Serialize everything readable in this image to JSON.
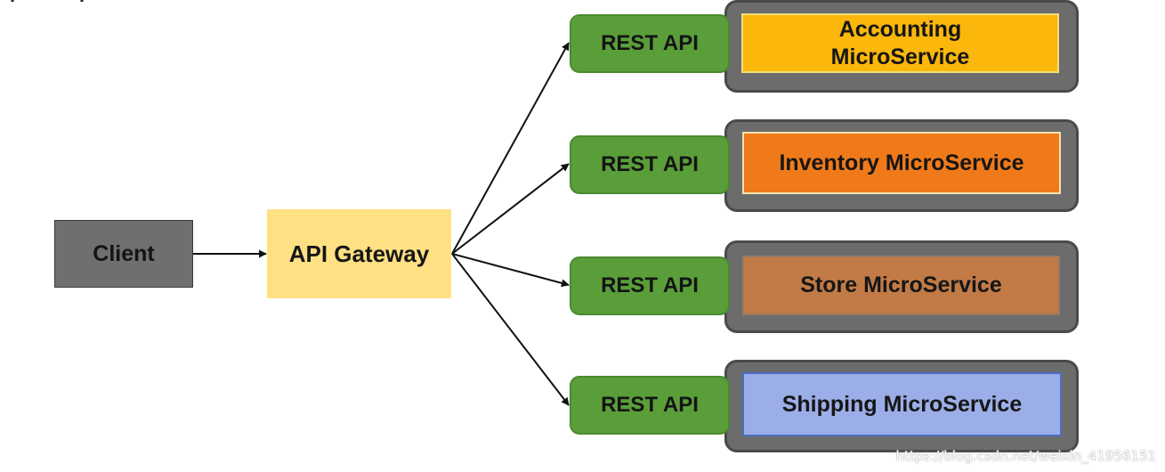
{
  "client": {
    "label": "Client"
  },
  "gateway": {
    "label": "API Gateway"
  },
  "services": [
    {
      "api_label": "REST API",
      "name": "Accounting\nMicroService",
      "color": "#fbb70c",
      "border": "#f3df7c"
    },
    {
      "api_label": "REST API",
      "name": "Inventory MicroService",
      "color": "#f07a1a",
      "border": "#f3e3b0"
    },
    {
      "api_label": "REST API",
      "name": "Store MicroService",
      "color": "#c27a46",
      "border": "#9a7a60"
    },
    {
      "api_label": "REST API",
      "name": "Shipping MicroService",
      "color": "#9caee8",
      "border": "#4b6fc4"
    }
  ],
  "watermark": "https://blog.csdn.net/weixin_41956151"
}
